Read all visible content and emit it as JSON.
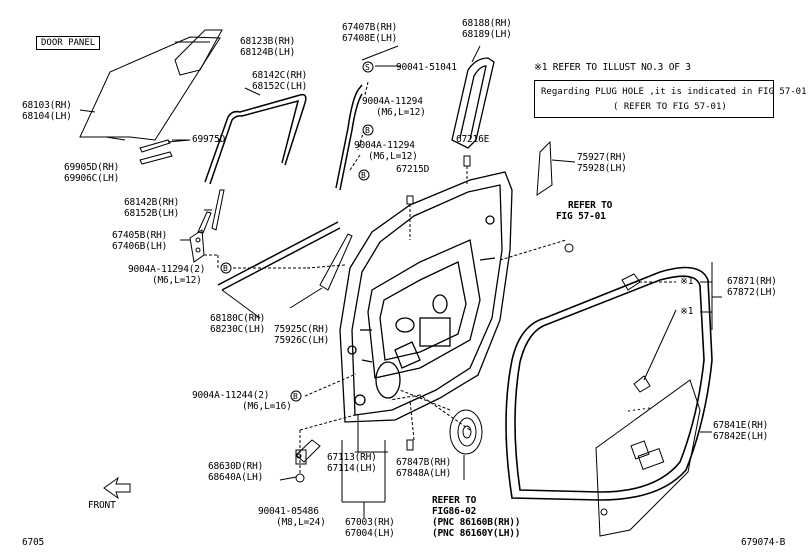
{
  "title_box": "DOOR PANEL",
  "refer_note": "※1 REFER TO ILLUST NO.3 OF 3",
  "plug_note": {
    "line1": "Regarding PLUG HOLE ,it is indicated in FIG 57-01",
    "line2": "( REFER TO FIG 57-01)"
  },
  "labels": {
    "p68123": [
      "68123B(RH)",
      "68124B(LH)"
    ],
    "p68103": [
      "68103(RH)",
      "68104(LH)"
    ],
    "p69975": [
      "69975D"
    ],
    "p69905": [
      "69905D(RH)",
      "69906C(LH)"
    ],
    "p68142c": [
      "68142C(RH)",
      "68152C(LH)"
    ],
    "p68142b": [
      "68142B(RH)",
      "68152B(LH)"
    ],
    "p67405": [
      "67405B(RH)",
      "67406B(LH)"
    ],
    "p9004a_l": [
      "9004A-11294(2)",
      "(M6,L=12)"
    ],
    "p68180": [
      "68180C(RH)",
      "68230C(LH)"
    ],
    "p75925": [
      "75925C(RH)",
      "75926C(LH)"
    ],
    "p67407": [
      "67407B(RH)",
      "67408E(LH)"
    ],
    "p90041_51041": [
      "90041-51041"
    ],
    "p9004a_1": [
      "9004A-11294",
      "(M6,L=12)"
    ],
    "p9004a_2": [
      "9004A-11294",
      "(M6,L=12)"
    ],
    "p67215": [
      "67215D"
    ],
    "p68188": [
      "68188(RH)",
      "68189(LH)"
    ],
    "p67216": [
      "67216E"
    ],
    "p75927": [
      "75927(RH)",
      "75928(LH)"
    ],
    "p_refer57": [
      "REFER TO",
      "FIG 57-01"
    ],
    "p_x1a": [
      "※1"
    ],
    "p_x1b": [
      "※1"
    ],
    "p67871": [
      "67871(RH)",
      "67872(LH)"
    ],
    "p9004a_11244": [
      "9004A-11244(2)",
      "(M6,L=16)"
    ],
    "p68630": [
      "68630D(RH)",
      "68640A(LH)"
    ],
    "p90041_05486": [
      "90041-05486",
      "(M8,L=24)"
    ],
    "p67113": [
      "67113(RH)",
      "67114(LH)"
    ],
    "p67847": [
      "67847B(RH)",
      "67848A(LH)"
    ],
    "p67003": [
      "67003(RH)",
      "67004(LH)"
    ],
    "p_refer86": [
      "REFER TO",
      "FIG86-02",
      "(PNC 86160B(RH))",
      "(PNC 86160Y(LH))"
    ],
    "p67841": [
      "67841E(RH)",
      "67842E(LH)"
    ],
    "front": "FRONT",
    "fig_left": "6705",
    "fig_right": "679074-B",
    "marker_s": "S",
    "marker_b": "B"
  }
}
